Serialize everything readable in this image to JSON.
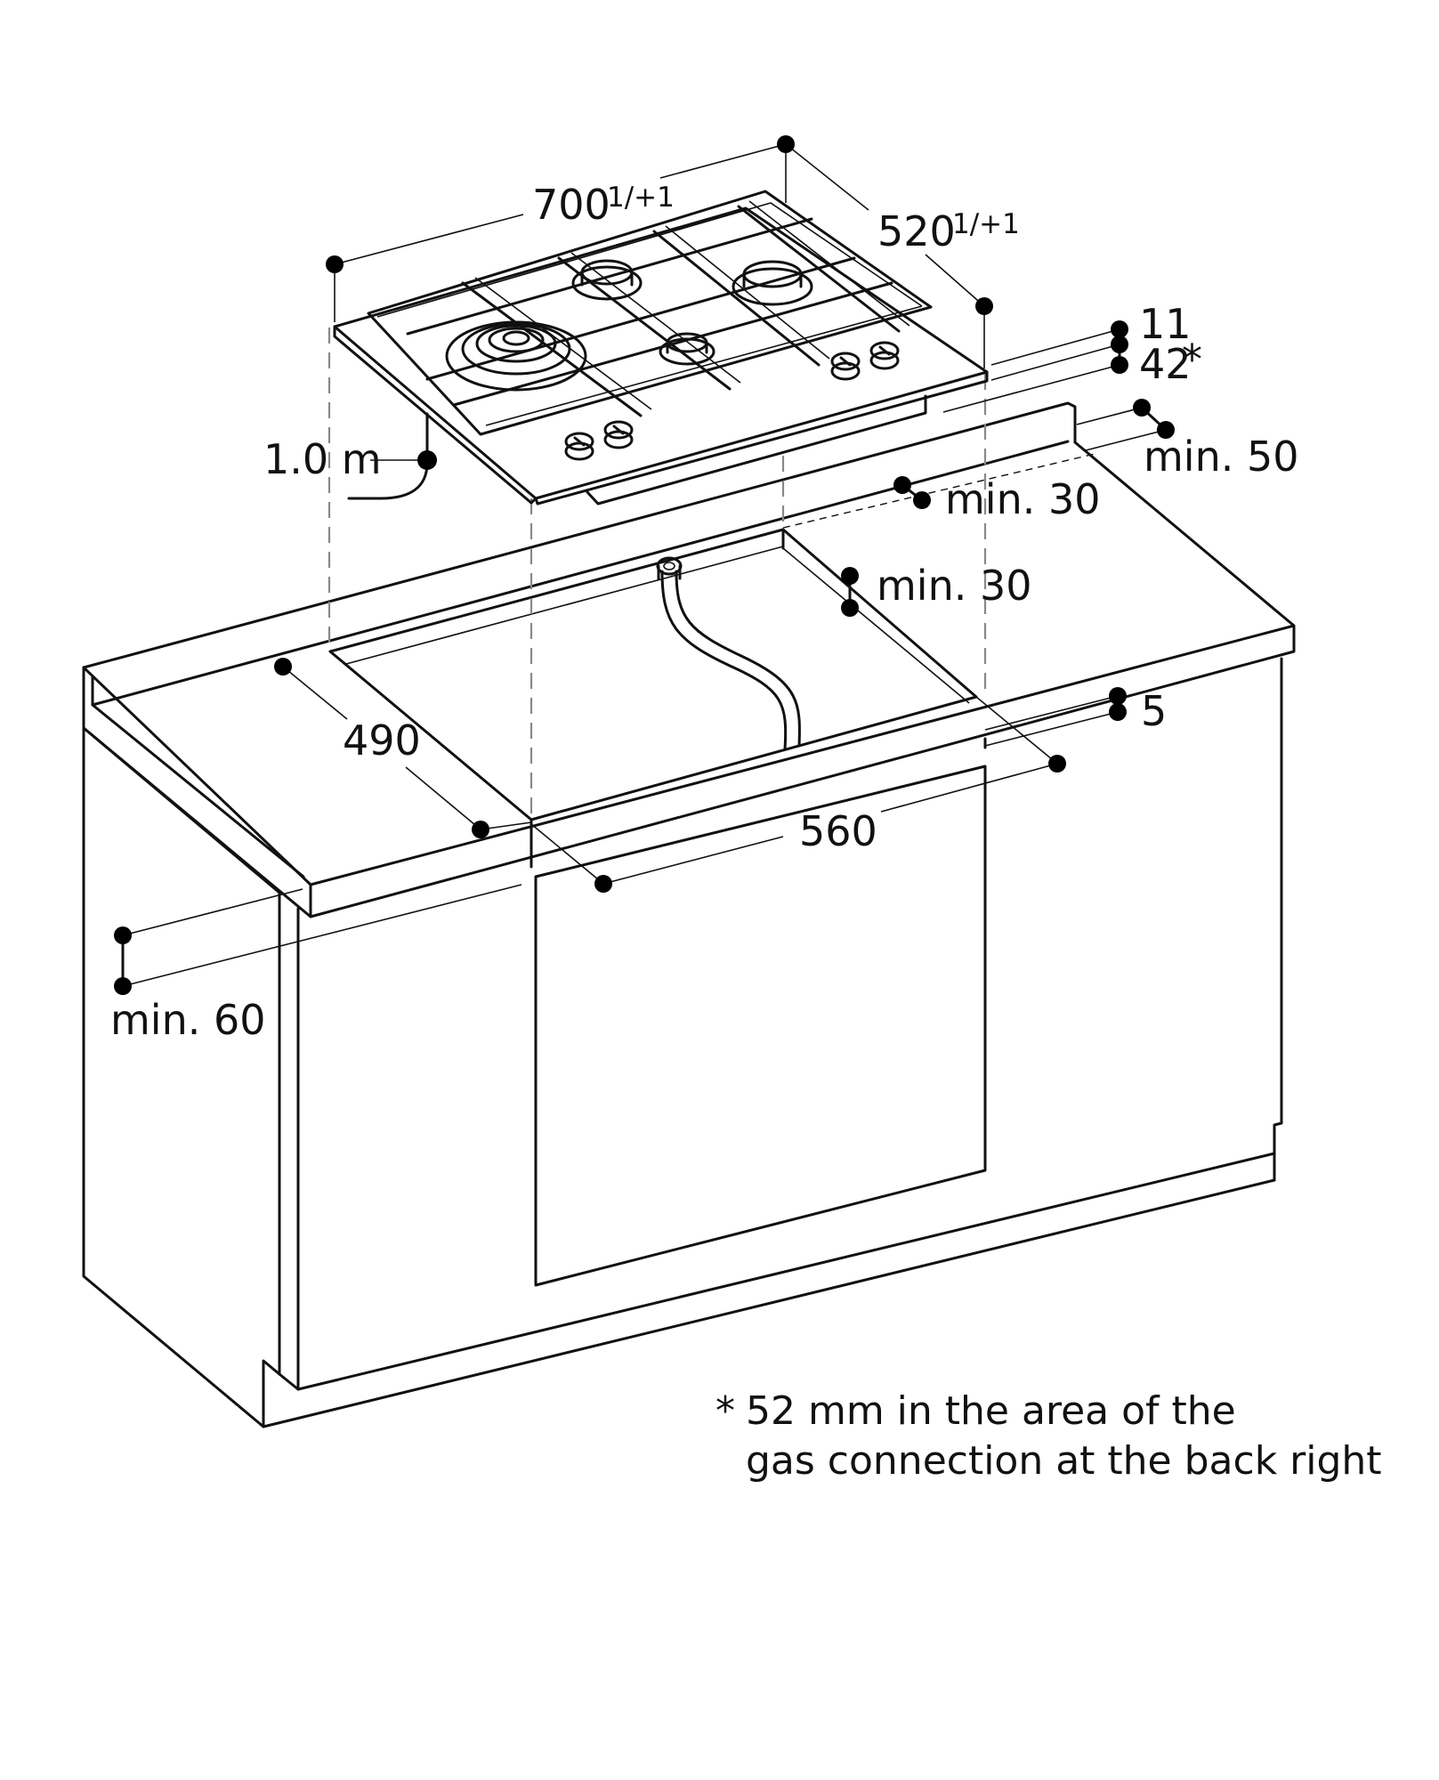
{
  "dimensions": {
    "width": "700",
    "width_tolerance": "1/+1",
    "depth": "520",
    "depth_tolerance": "1/+1",
    "top_thickness": "11",
    "bottom_height": "42",
    "bottom_height_marker": "*",
    "cable_length": "1.0 m",
    "min_back_wall": "min. 50",
    "min_rear_edge": "min. 30",
    "min_cutout_side": "min. 30",
    "cutout_depth": "490",
    "cutout_width": "560",
    "front_gap": "5",
    "min_front_edge": "min. 60"
  },
  "footnote": {
    "marker": "*",
    "line1": "52 mm in the area of the",
    "line2": "gas connection at the back right"
  }
}
